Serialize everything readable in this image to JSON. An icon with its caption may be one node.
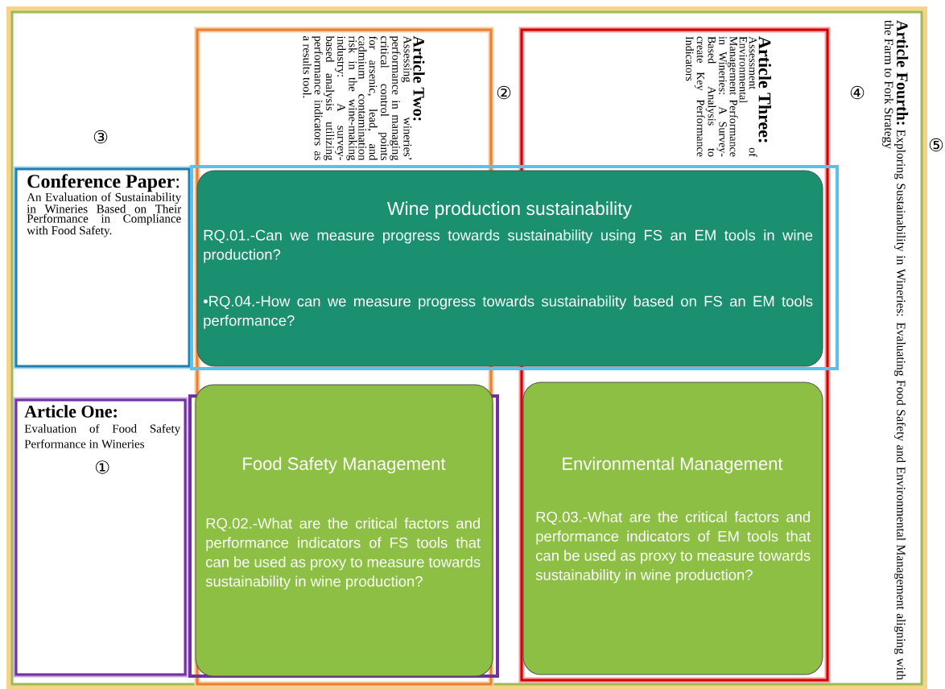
{
  "diagram": {
    "nodes": [
      {
        "text": [
          "Article Fourth:",
          "Exploring Sustainability in Wineries: Evaluating Food Safety and Environmental Management aligning with the Farm to Fork Strategy"
        ],
        "beside": [
          "⑤"
        ]
      },
      {
        "text": [
          "Article Two:",
          "Assessing wineries’ performance in managing critical control points for arsenic, lead, and cadmium contamination risk in the wine-making industry: A survey-based analysis utilizing performance indicators as a results tool."
        ],
        "beside": [
          "②"
        ],
        "in": 0
      },
      {
        "text": [
          "Article Three:",
          "Assessment of Environmental Management Performance in Wineries: A Survey-Based Analysis to create Key Performance Indicators"
        ],
        "beside": [
          "④"
        ],
        "in": 0
      },
      {
        "text": [
          "**Conference Paper**:",
          "An Evaluation of Sustainability in Wineries Based on Their Performance in Compliance with Food Safety."
        ],
        "beside": [
          "③"
        ],
        "in": 0
      },
      {
        "text": [
          "Wine production sustainability",
          "RQ.01.-Can we measure progress towards sustainability using FS an EM tools in wine production?",
          "•RQ.04.-How can we measure progress towards sustainability based on FS an EM tools performance?"
        ],
        "in": 0
      },
      {
        "text": [
          "Article One:",
          "Evaluation of Food Safety Performance in Wineries",
          "①"
        ],
        "in": 0
      },
      {
        "text": [
          "Food Safety Management",
          "RQ.02.-What are the critical factors and performance indicators of FS tools that can be used as proxy to measure towards sustainability in wine production?"
        ],
        "in": 1
      },
      {
        "text": [
          "Environmental Management",
          "RQ.03.-What are the critical factors and performance indicators of EM tools that can be used as proxy to measure towards sustainability in wine production?"
        ],
        "in": 2
      }
    ]
  }
}
